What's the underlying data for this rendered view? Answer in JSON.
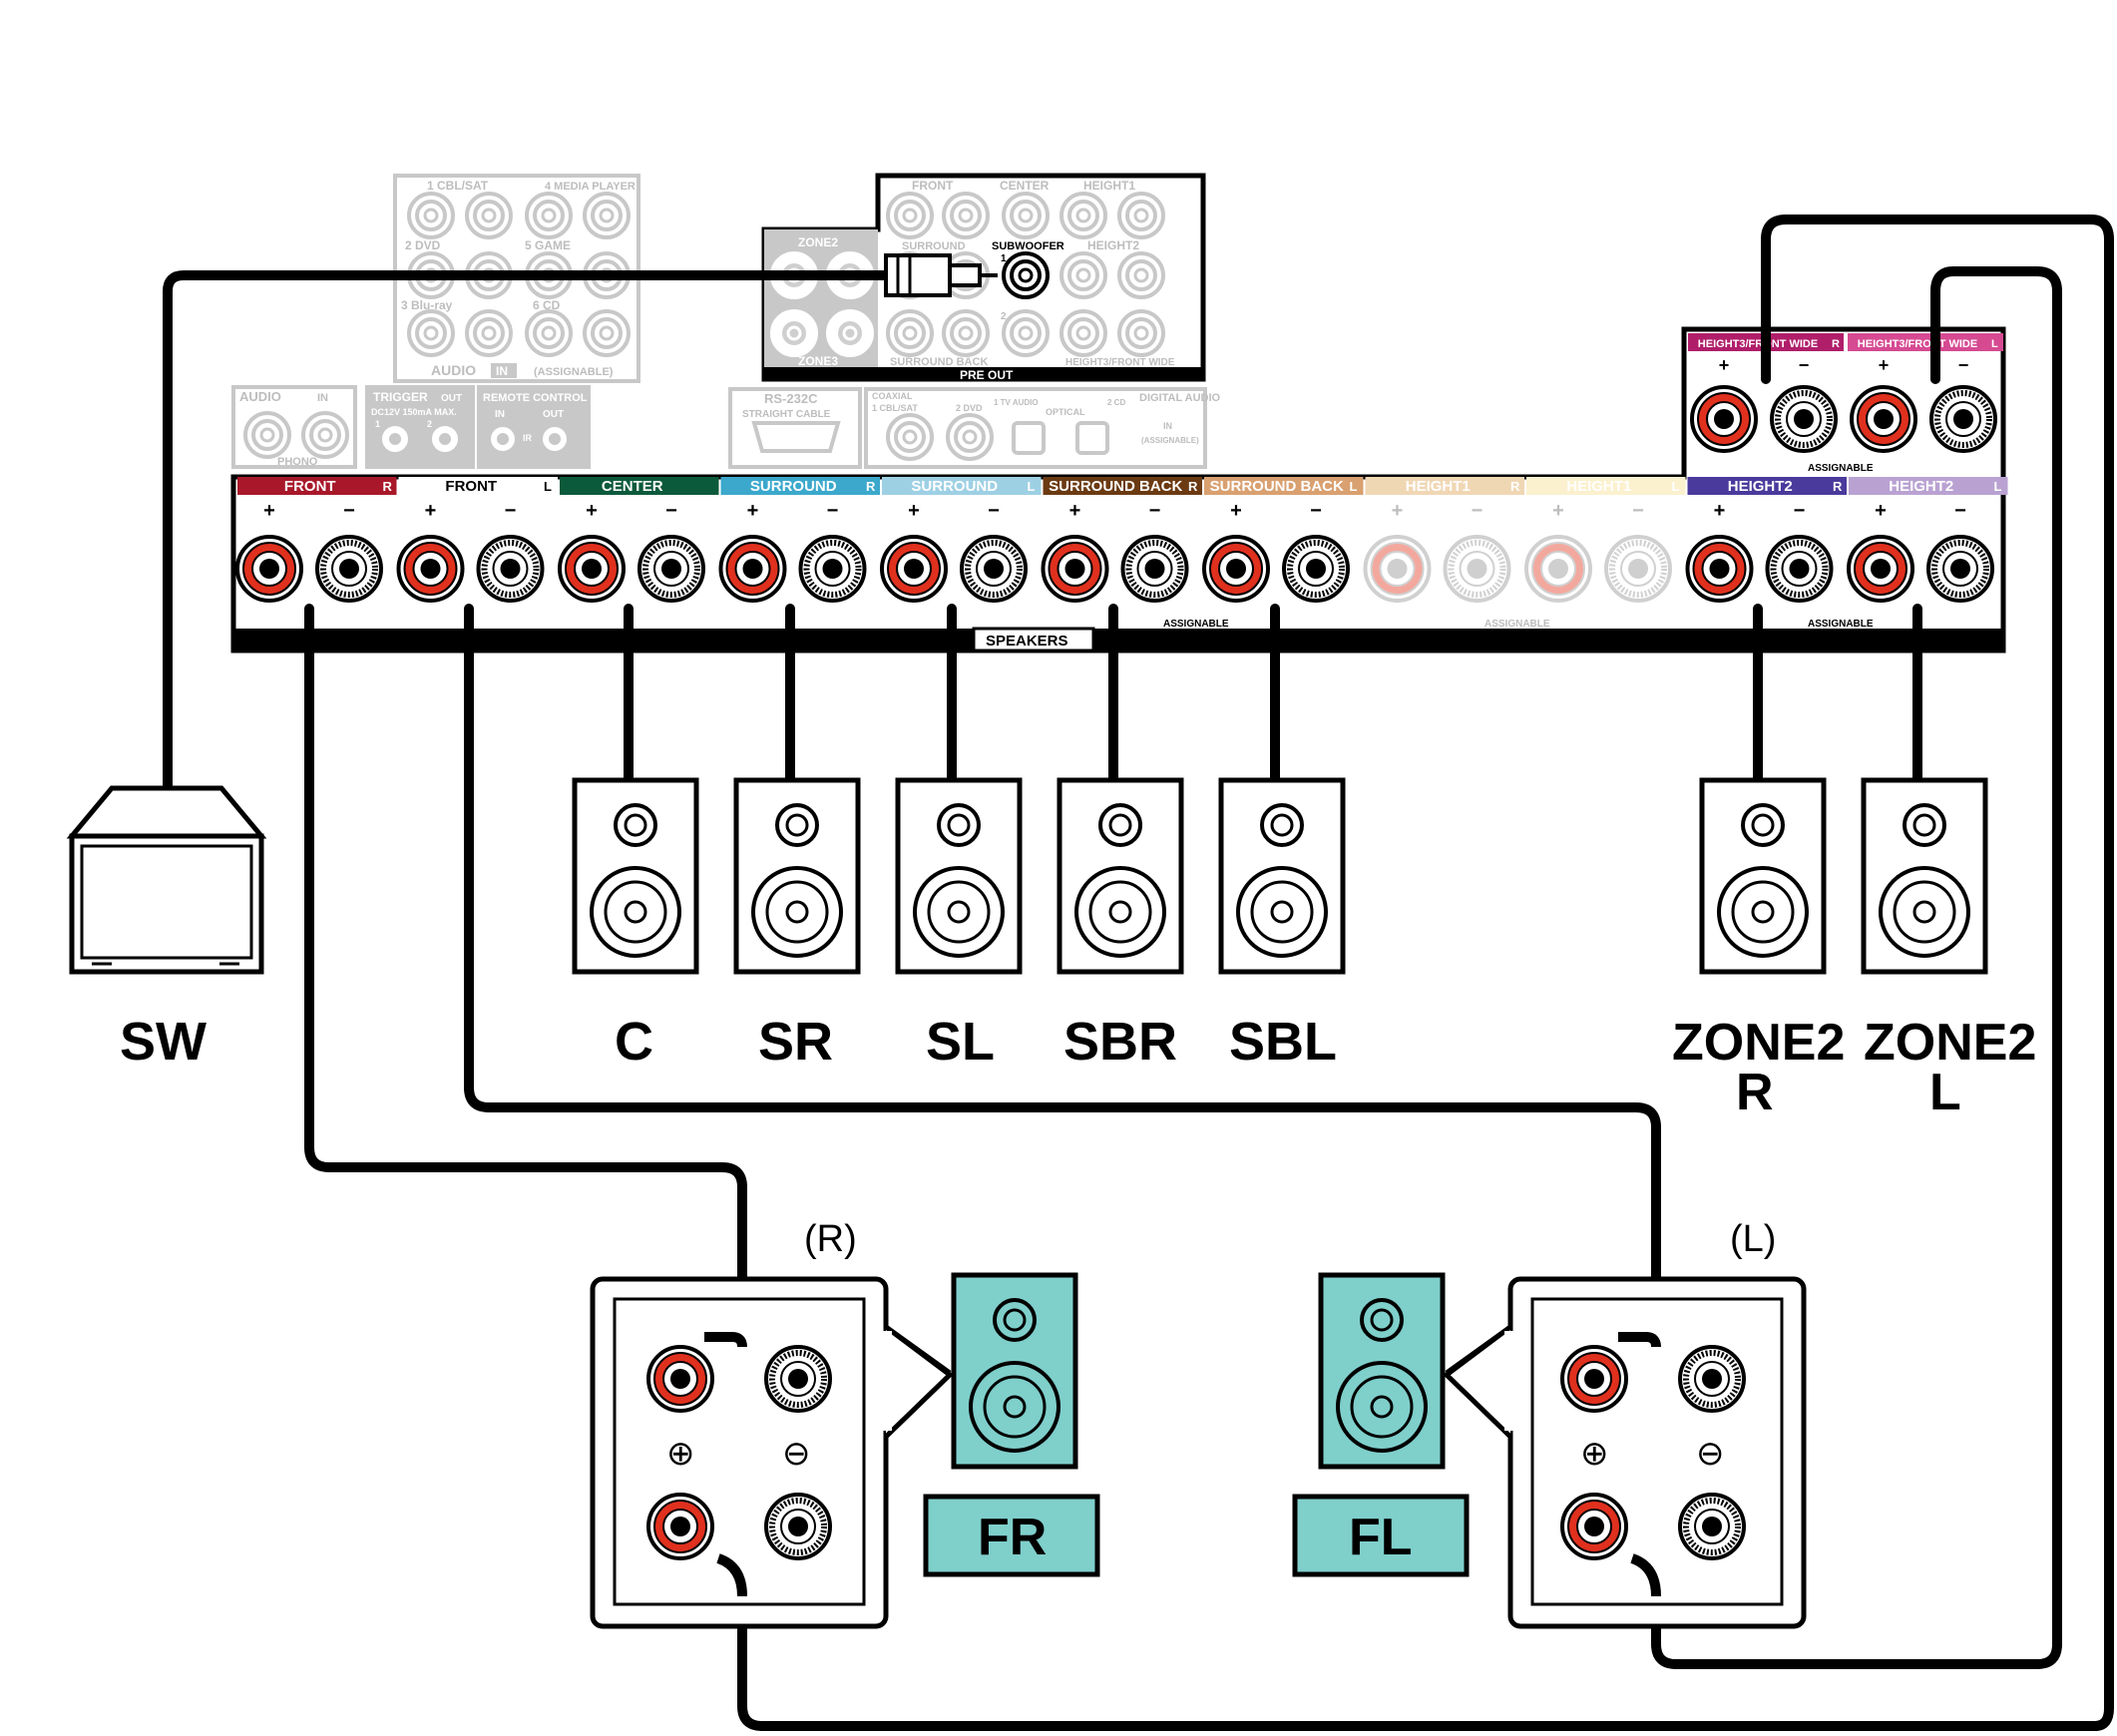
{
  "receiver": {
    "speakers_label": "SPEAKERS",
    "assignable": "ASSIGNABLE",
    "plus_sign": "+",
    "minus_sign": "−",
    "channels": [
      {
        "label": "FRONT",
        "tag": "R",
        "color": "#a8182a",
        "faded": false
      },
      {
        "label": "FRONT",
        "tag": "L",
        "color": "#ffffff",
        "faded": false
      },
      {
        "label": "CENTER",
        "tag": "",
        "color": "#0c5a3c",
        "faded": false
      },
      {
        "label": "SURROUND",
        "tag": "R",
        "color": "#3ba8cc",
        "faded": false
      },
      {
        "label": "SURROUND",
        "tag": "L",
        "color": "#9ed0e4",
        "faded": false
      },
      {
        "label": "SURROUND BACK",
        "tag": "R",
        "color": "#6b3a12",
        "faded": false
      },
      {
        "label": "SURROUND BACK",
        "tag": "L",
        "color": "#d9a070",
        "faded": false
      },
      {
        "label": "HEIGHT1",
        "tag": "R",
        "color": "#f0d7b4",
        "faded": true
      },
      {
        "label": "HEIGHT1",
        "tag": "L",
        "color": "#fbf1cf",
        "faded": true
      },
      {
        "label": "HEIGHT2",
        "tag": "R",
        "color": "#4a3a9c",
        "faded": false
      },
      {
        "label": "HEIGHT2",
        "tag": "L",
        "color": "#b9a2d2",
        "faded": false
      }
    ],
    "height3": [
      {
        "label": "HEIGHT3/FRONT WIDE",
        "tag": "R",
        "color": "#b01e6a"
      },
      {
        "label": "HEIGHT3/FRONT WIDE",
        "tag": "L",
        "color": "#d64a92"
      }
    ],
    "pre_out": {
      "title": "PRE OUT",
      "subwoofer": "SUBWOOFER",
      "front": "FRONT",
      "center": "CENTER",
      "height1": "HEIGHT1",
      "surround": "SURROUND",
      "height2": "HEIGHT2",
      "surround_back": "SURROUND BACK",
      "height3": "HEIGHT3/FRONT WIDE",
      "zone2": "ZONE2",
      "zone3": "ZONE3",
      "sub_1": "1",
      "sub_2": "2"
    },
    "audio_in": {
      "title": "AUDIO",
      "in": "IN",
      "assignable": "(ASSIGNABLE)",
      "inputs": [
        "1 CBL/SAT",
        "4 MEDIA PLAYER",
        "2 DVD",
        "5 GAME",
        "3 Blu-ray",
        "6 CD"
      ]
    },
    "phono": {
      "audio": "AUDIO",
      "in": "IN",
      "name": "PHONO"
    },
    "trigger": {
      "title": "TRIGGER",
      "out": "OUT",
      "spec": "DC12V 150mA MAX.",
      "n1": "1",
      "n2": "2"
    },
    "remote": {
      "title": "REMOTE CONTROL",
      "in": "IN",
      "out": "OUT",
      "ir": "IR"
    },
    "rs232": {
      "title": "RS-232C",
      "sub": "STRAIGHT CABLE"
    },
    "digital": {
      "title": "DIGITAL AUDIO",
      "in": "IN",
      "assignable": "(ASSIGNABLE)",
      "coaxial": "COAXIAL",
      "cbl": "1 CBL/SAT",
      "dvd": "2 DVD",
      "tv": "1 TV AUDIO",
      "optical": "OPTICAL",
      "cd": "2 CD"
    }
  },
  "speakers": {
    "sw": "SW",
    "c": "C",
    "sr": "SR",
    "sl": "SL",
    "sbr": "SBR",
    "sbl": "SBL",
    "zone2r_1": "ZONE2",
    "zone2r_2": "R",
    "zone2l_1": "ZONE2",
    "zone2l_2": "L",
    "fr": "FR",
    "fl": "FL"
  },
  "terminals": {
    "right_caption": "(R)",
    "left_caption": "(L)",
    "plus": "⊕",
    "minus": "⊖"
  },
  "colors": {
    "terminal_red": "#e0301e",
    "speaker_teal": "#7fcfcb",
    "wire": "#000000"
  }
}
